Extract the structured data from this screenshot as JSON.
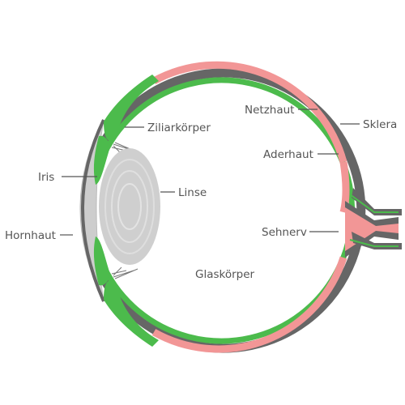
{
  "diagram": {
    "labels": {
      "netzhaut": "Netzhaut",
      "sklera": "Sklera",
      "ziliarkoerper": "Ziliarkörper",
      "aderhaut": "Aderhaut",
      "iris": "Iris",
      "linse": "Linse",
      "hornhaut": "Hornhaut",
      "sehnerv": "Sehnerv",
      "glaskoerper": "Glaskörper"
    },
    "colors": {
      "sclera": "#666666",
      "choroid": "#4cbb4c",
      "retina": "#f29696",
      "lens": "#cfcfcf",
      "cornea": "#c8c8c8",
      "text": "#555555"
    }
  }
}
